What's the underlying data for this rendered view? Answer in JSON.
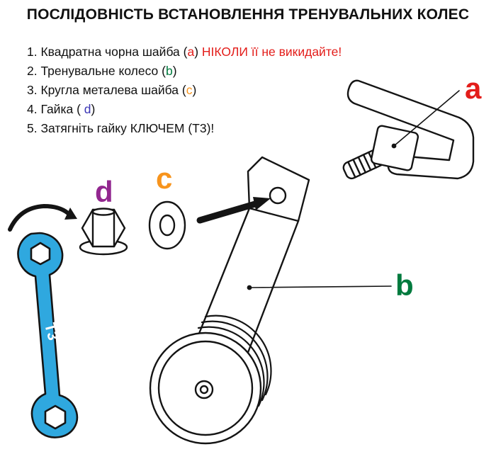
{
  "title": "ПОСЛІДОВНІСТЬ ВСТАНОВЛЕННЯ ТРЕНУВАЛЬНИХ КОЛЕС",
  "steps": [
    {
      "prefix": "1. Квадратна чорна шайба (",
      "key": "a",
      "suffix": ") ",
      "warning": "НІКОЛИ її не викидайте!"
    },
    {
      "prefix": "2. Тренувальне колесо (",
      "key": "b",
      "suffix": ")",
      "warning": ""
    },
    {
      "prefix": "3. Кругла металева шайба (",
      "key": "c",
      "suffix": ")",
      "warning": ""
    },
    {
      "prefix": "4. Гайка ( ",
      "key": "d",
      "suffix": ")",
      "warning": ""
    },
    {
      "prefix": "5. Затягніть гайку КЛЮЧЕМ (Т3)!",
      "key": "",
      "suffix": "",
      "warning": ""
    }
  ],
  "diagram_labels": {
    "a": "a",
    "b": "b",
    "c": "c",
    "d": "d",
    "wrench": "Т3"
  },
  "colors": {
    "red": "#e31d1a",
    "green": "#007a3e",
    "orange": "#f7941d",
    "purple": "#92278f",
    "blue": "#3a35b5",
    "wrench_blue": "#2fa8df",
    "ink": "#141414"
  }
}
